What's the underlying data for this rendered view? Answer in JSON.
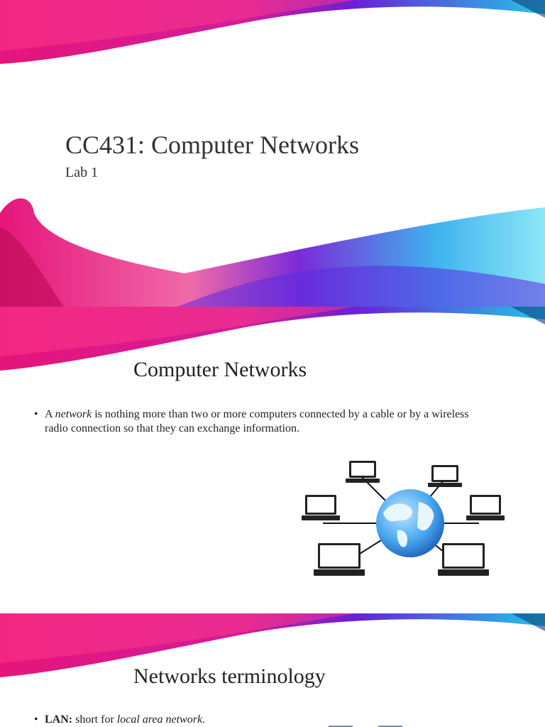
{
  "slides": [
    {
      "title": "CC431: Computer Networks",
      "subtitle": "Lab 1"
    },
    {
      "title": "Computer Networks",
      "bullet": {
        "pre": "A ",
        "em": "network",
        "post": " is nothing more than two or more computers connected by a cable or by a wireless radio connection so that they can exchange information."
      },
      "illustration_icon": "laptops-around-globe-icon"
    },
    {
      "title": "Networks terminology",
      "bullet": {
        "strong": "LAN:",
        "post": " short for ",
        "em": "local area network",
        "end": "."
      },
      "illustration_icon": "servers-icon"
    }
  ],
  "colors": {
    "magenta": "#e5157a",
    "purple": "#6a1fd6",
    "cyan": "#21c7e8"
  }
}
